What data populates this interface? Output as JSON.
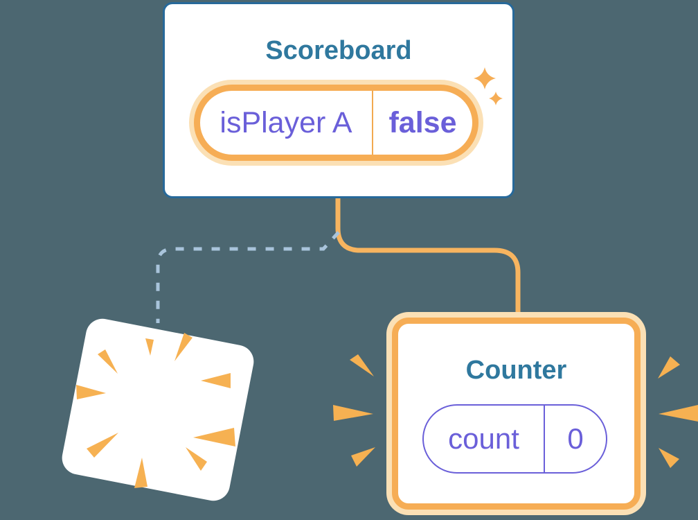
{
  "illustration": {
    "scoreboard_card": {
      "title": "Scoreboard",
      "state_pill": {
        "key": "isPlayer A",
        "value": "false"
      },
      "highlighted": true,
      "icons": [
        "sparkle-icon",
        "sparkle-icon"
      ]
    },
    "counter_card": {
      "title": "Counter",
      "state_pill": {
        "key": "count",
        "value": "0"
      },
      "highlighted": true,
      "icons": [
        "burst-lines-icon",
        "burst-lines-icon"
      ]
    },
    "destroyed_card": {
      "icon": "poof-burst-icon",
      "label": ""
    },
    "connectors": {
      "active_branch": {
        "style": "solid",
        "color": "#F7B45F",
        "from": "scoreboard-card",
        "to": "counter-card"
      },
      "removed_branch": {
        "style": "dashed",
        "color": "#A9C4DB",
        "from": "scoreboard-card",
        "to": "destroyed-card"
      }
    },
    "colors": {
      "background": "#4C6771",
      "card_fill": "#FFFFFF",
      "scoreboard_border_blue": "#27699A",
      "heading_text_blue": "#2F789E",
      "state_text_purple": "#6A5FD9",
      "highlight_orange": "#F6AD55",
      "highlight_glow": "#FBE0B5",
      "burst_orange": "#F6B152"
    }
  }
}
